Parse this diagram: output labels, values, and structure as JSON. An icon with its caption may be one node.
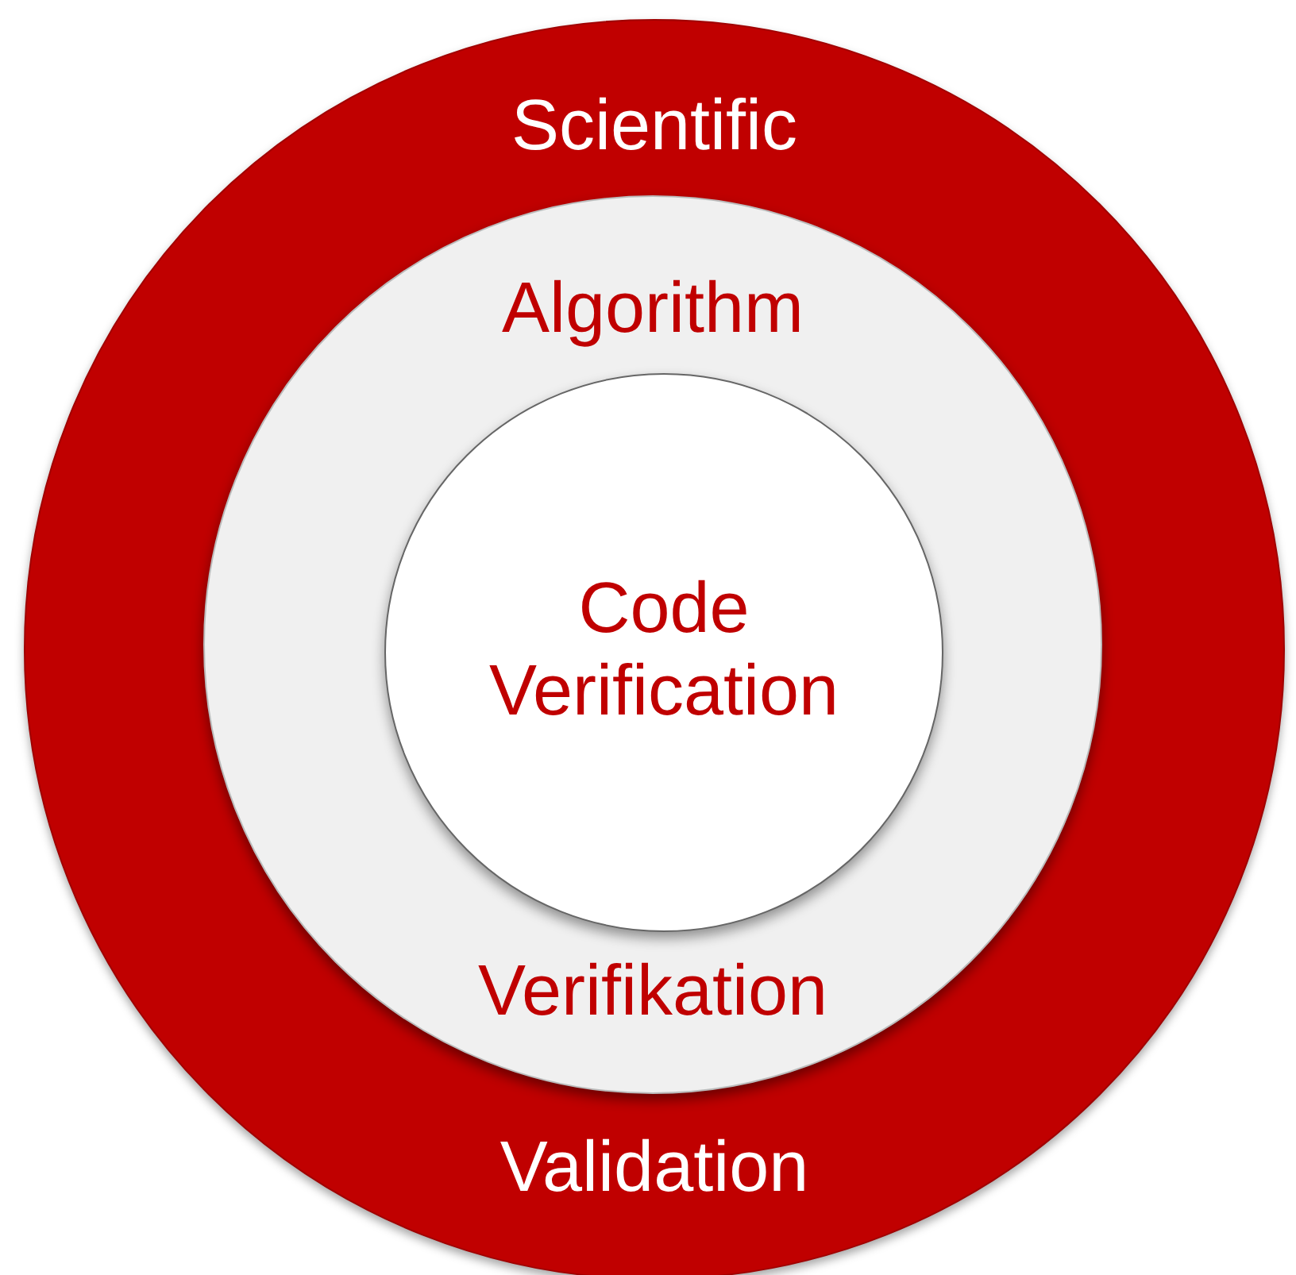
{
  "diagram": {
    "nodes": [
      {
        "text": [
          "Scientific",
          "Validation"
        ]
      },
      {
        "text": [
          "Algorithm",
          "Verifikation"
        ],
        "in": 0
      },
      {
        "text": [
          "Code Verification"
        ],
        "in": 1
      }
    ],
    "edges": []
  }
}
